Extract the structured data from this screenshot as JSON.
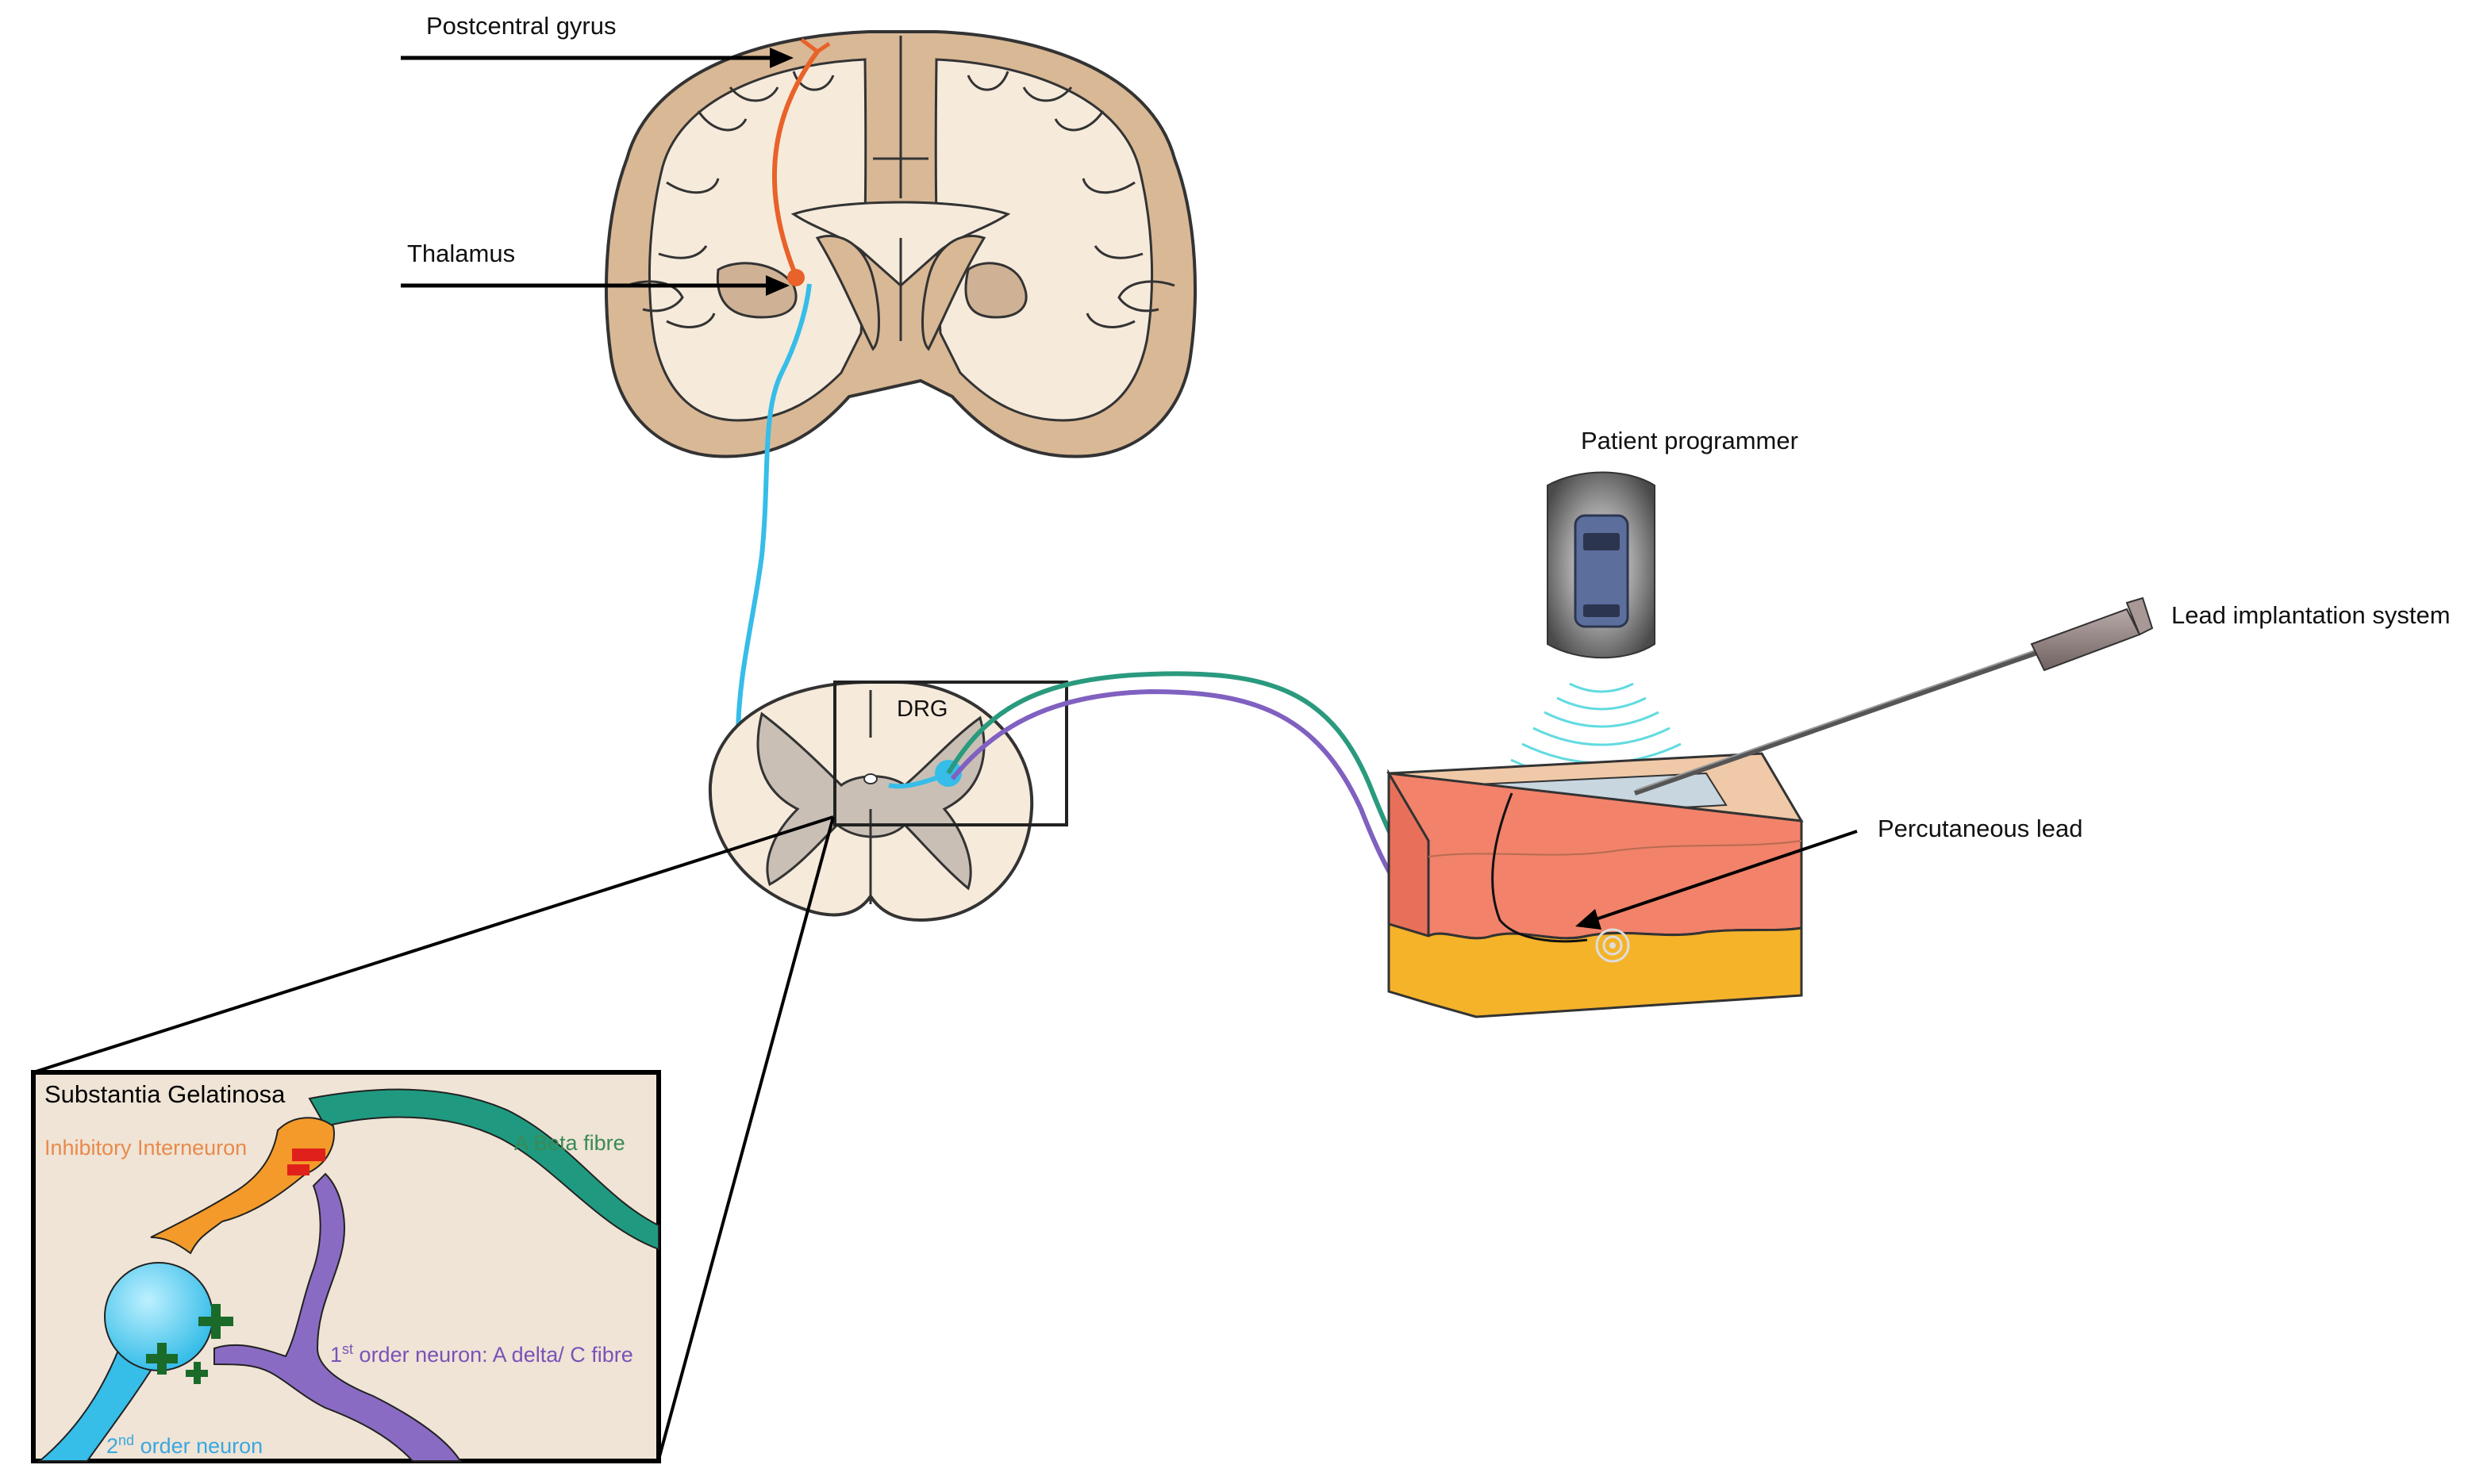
{
  "labels": {
    "postcentral_gyrus": "Postcentral gyrus",
    "thalamus": "Thalamus",
    "drg": "DRG",
    "patient_programmer": "Patient programmer",
    "lead_implantation_system": "Lead implantation system",
    "percutaneous_lead": "Percutaneous lead"
  },
  "inset": {
    "title": "Substantia Gelatinosa",
    "inhibitory_interneuron": "Inhibitory Interneuron",
    "a_beta_fibre": "A Beta fibre",
    "first_order_superscript_num": "1",
    "first_order_superscript": "st",
    "first_order_label": " order neuron: A delta/ C fibre",
    "second_order_superscript_num": "2",
    "second_order_superscript": "nd",
    "second_order_label": " order neuron"
  },
  "colors": {
    "brain_outer": "#d9b896",
    "brain_inner": "#f6eadb",
    "tract_orange": "#e8622a",
    "tract_blue": "#36bde8",
    "fibre_green": "#2a9a7e",
    "fibre_purple": "#8060c0",
    "skin_top": "#f0c9a8",
    "skin_dermis": "#f2826a",
    "fat_layer": "#f5b32a",
    "inset_bg": "#efe4d6"
  },
  "icons": {
    "programmer": "remote-control-icon",
    "waves": "wireless-waves-icon",
    "plus": "plus-icon"
  }
}
